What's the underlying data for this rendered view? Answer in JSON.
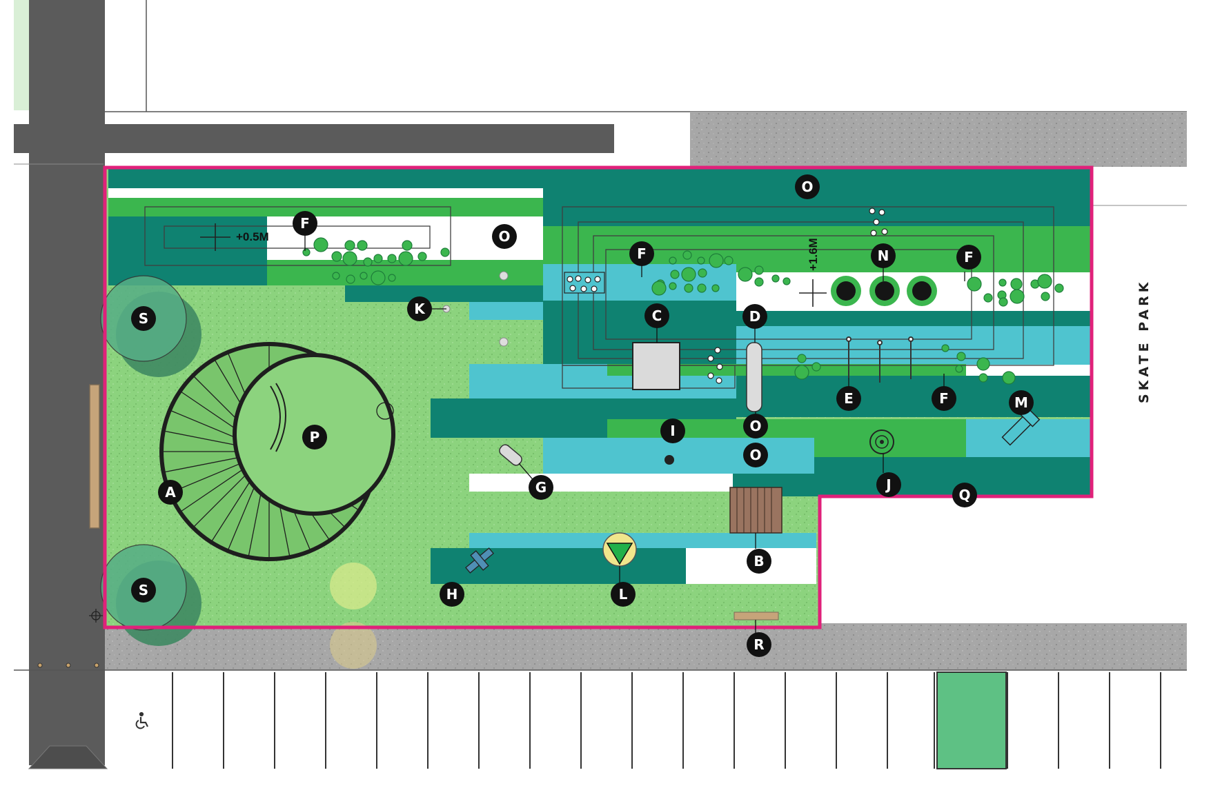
{
  "plan": {
    "colors": {
      "lawn": "#8cd37e",
      "dark_teal": "#0f8271",
      "light_teal": "#4fc4cf",
      "green": "#3bb64e",
      "white_band": "#ffffff",
      "boundary": "#e0217a",
      "road": "#5b5b5b",
      "sidewalk": "#a7a7a7",
      "parking_green": "#5ec184"
    },
    "elevations": {
      "low": "+0.5M",
      "high": "+1.6M"
    },
    "side_label": "SKATE PARK",
    "labels": {
      "a": "A",
      "b": "B",
      "c": "C",
      "d": "D",
      "e": "E",
      "f": "F",
      "g": "G",
      "h": "H",
      "i": "I",
      "j": "J",
      "k": "K",
      "l": "L",
      "m": "M",
      "n": "N",
      "o": "O",
      "p": "P",
      "q": "Q",
      "r": "R",
      "s": "S"
    },
    "icons": {
      "accessible_parking": "wheelchair-icon",
      "lamp": "lamp-icon"
    }
  }
}
